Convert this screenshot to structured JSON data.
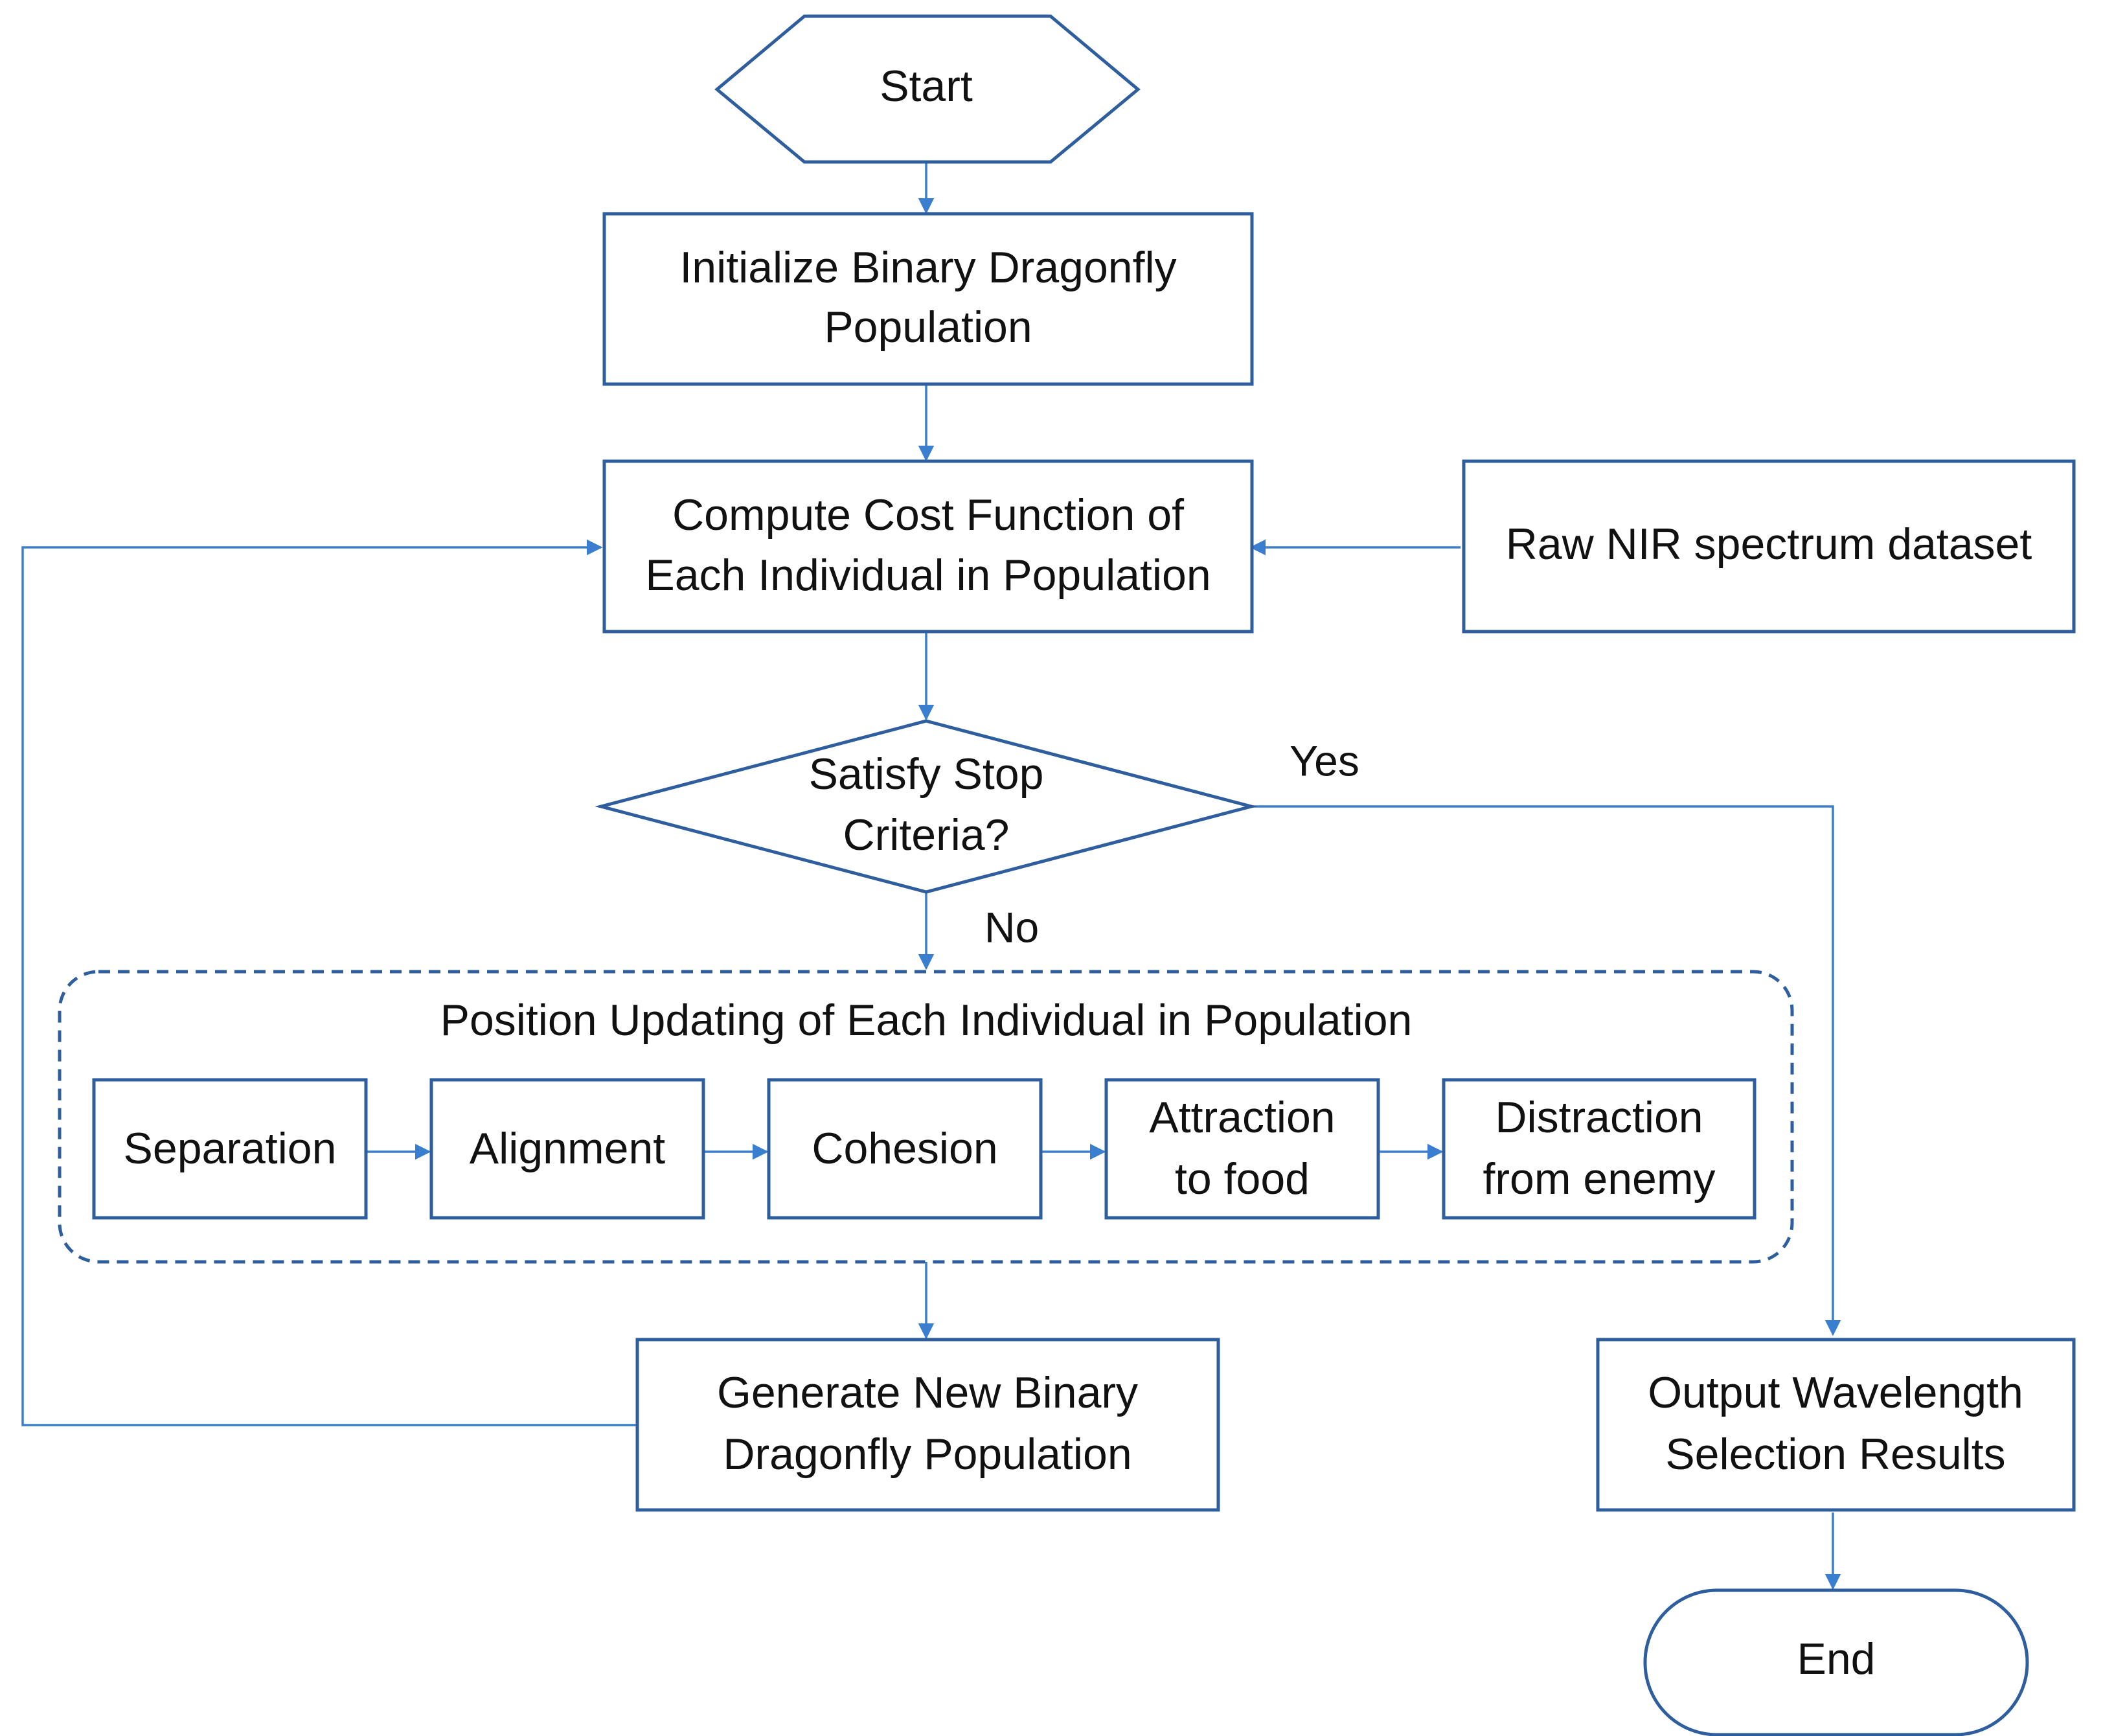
{
  "nodes": {
    "start": {
      "label": "Start"
    },
    "init": {
      "line1": "Initialize Binary Dragonfly",
      "line2": "Population"
    },
    "compute": {
      "line1": "Compute Cost Function of",
      "line2": "Each Individual in Population"
    },
    "dataset": {
      "label": "Raw NIR spectrum dataset"
    },
    "decision": {
      "line1": "Satisfy Stop",
      "line2": "Criteria?"
    },
    "update_group": {
      "title": "Position Updating of Each Individual in Population",
      "steps": [
        {
          "line1": "Separation",
          "line2": ""
        },
        {
          "line1": "Alignment",
          "line2": ""
        },
        {
          "line1": "Cohesion",
          "line2": ""
        },
        {
          "line1": "Attraction",
          "line2": "to food"
        },
        {
          "line1": "Distraction",
          "line2": "from enemy"
        }
      ]
    },
    "generate": {
      "line1": "Generate New Binary",
      "line2": "Dragonfly Population"
    },
    "output": {
      "line1": "Output Wavelength",
      "line2": "Selection Results"
    },
    "end": {
      "label": "End"
    }
  },
  "edges": {
    "yes_label": "Yes",
    "no_label": "No"
  },
  "colors": {
    "shape_stroke": "#2e5e9e",
    "connector": "#3a7fcf",
    "text": "#111111"
  }
}
